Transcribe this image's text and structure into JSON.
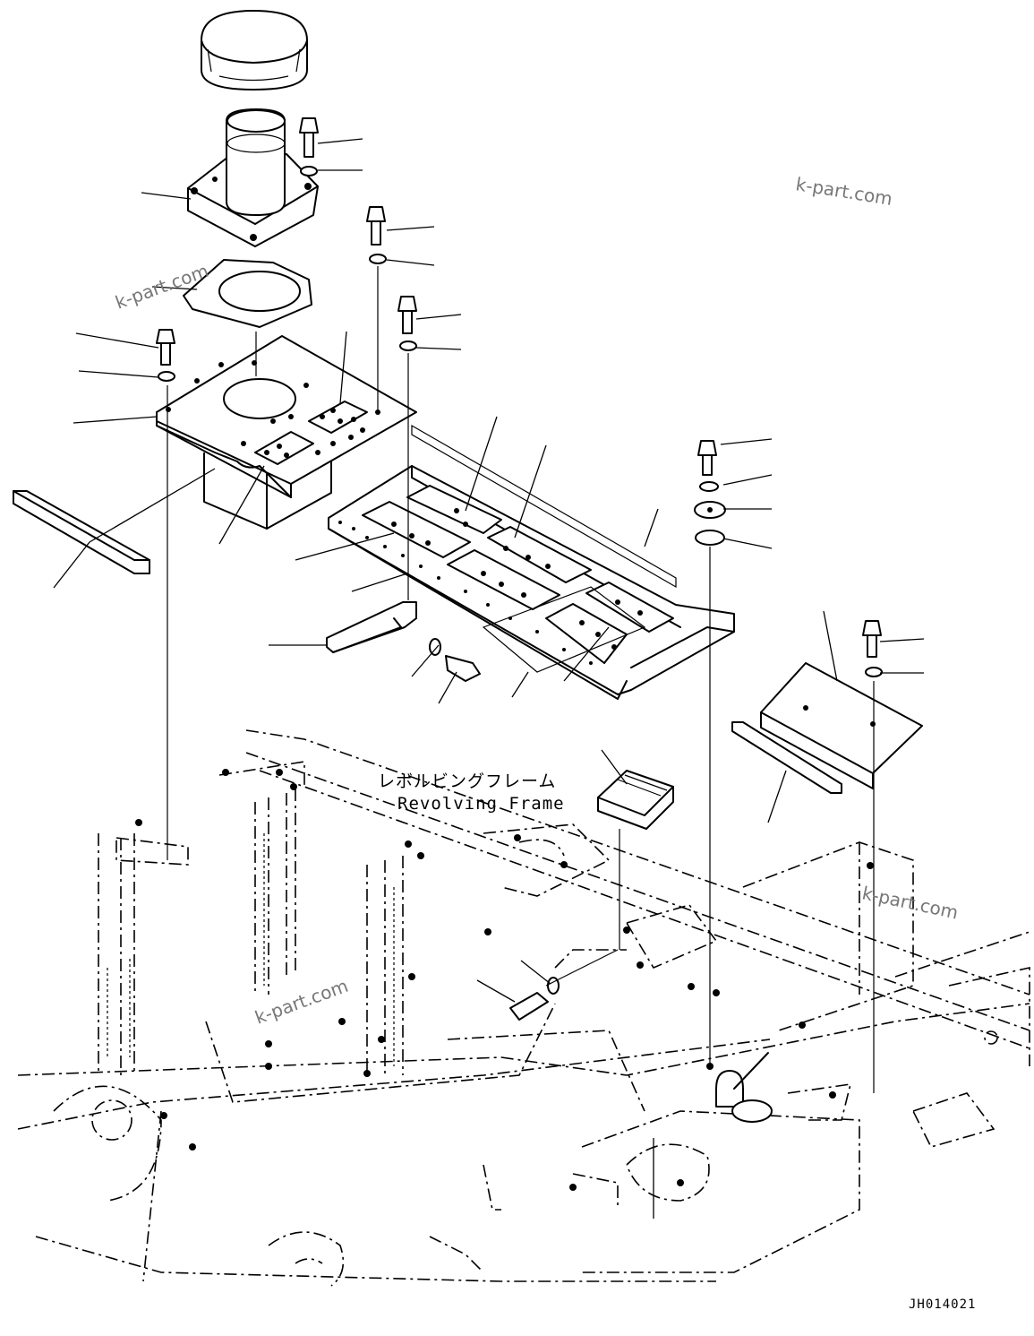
{
  "label": {
    "jp": "レボルビングフレーム",
    "en": "Revolving Frame"
  },
  "watermarks": [
    "k-part.com",
    "k-part.com",
    "k-part.com",
    "k-part.com"
  ],
  "drawing_code": "JH014021"
}
